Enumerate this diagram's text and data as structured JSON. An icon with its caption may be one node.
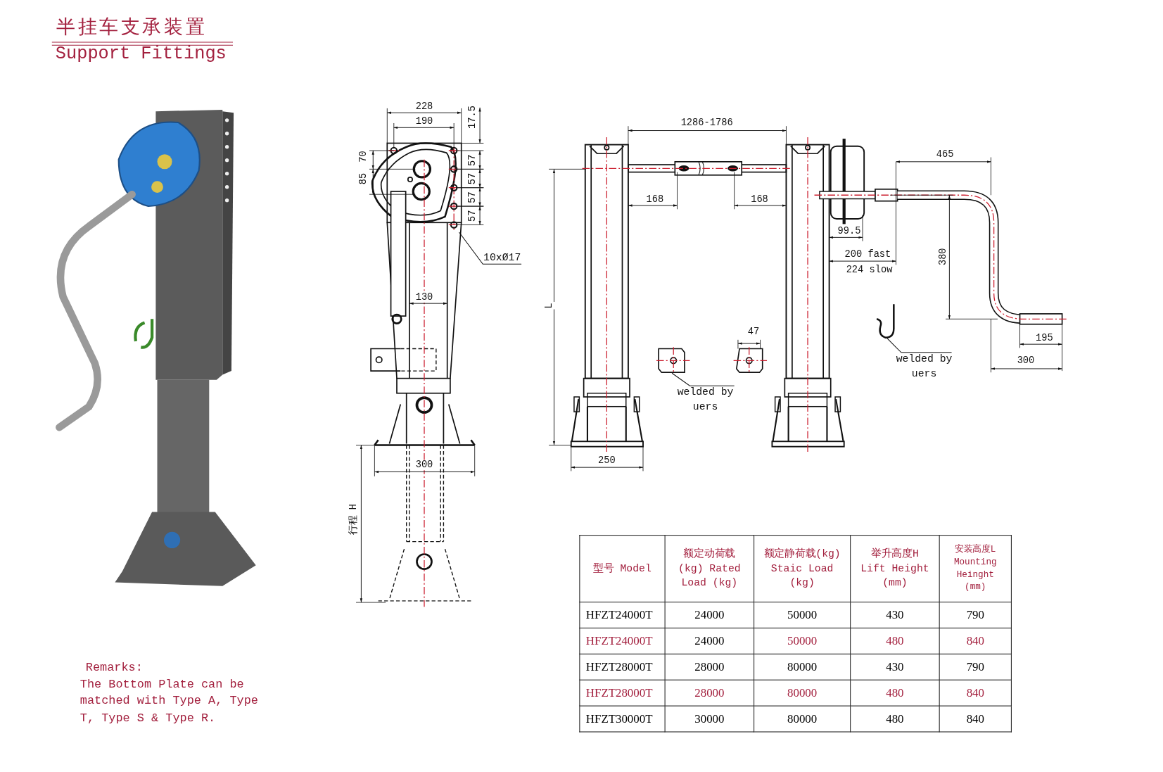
{
  "diagram": {
    "title": "半挂车支承装置",
    "nodes": [
      {
        "text": [
          "10xØ17"
        ]
      },
      {
        "text": [
          "welded by uers"
        ]
      },
      {
        "text": [],
        "shape": "picture"
      },
      {
        "text": [
          "welded by uers"
        ]
      },
      {
        "text": [],
        "shape": "picture"
      }
    ],
    "edges": [
      {
        "from": 0,
        "to": null,
        "arrow": "none"
      },
      {
        "from": 1,
        "to": 2,
        "arrow": "none"
      },
      {
        "from": 3,
        "to": 4,
        "arrow": "none"
      }
    ],
    "labels": [
      "Support Fittings",
      "228",
      "190",
      "17.5",
      "70",
      "85",
      "57",
      "57",
      "57",
      "57",
      "130",
      "300",
      "行程 H",
      "1286-1786",
      "168",
      "168",
      "99.5",
      "200 fast",
      "224 slow",
      "465",
      "380",
      "L",
      "47",
      "195",
      "300",
      "250",
      "型号 Model",
      "额定动荷载(kg) Rated Load (kg)",
      "额定静荷载(kg) Staic Load (kg)",
      "举升高度H Lift Height (mm)",
      "安装高度L Mounting Heinght (mm)",
      "HFZT24000T",
      "24000",
      "50000",
      "430",
      "790",
      "HFZT24000T",
      "24000",
      "50000",
      "480",
      "840",
      "HFZT28000T",
      "28000",
      "80000",
      "430",
      "790",
      "HFZT28000T",
      "28000",
      "80000",
      "480",
      "840",
      "HFZT30000T",
      "30000",
      "80000",
      "480",
      "840",
      "Remarks:",
      "The Bottom Plate can be matched with Type A, Type T, Type S & Type R."
    ]
  }
}
